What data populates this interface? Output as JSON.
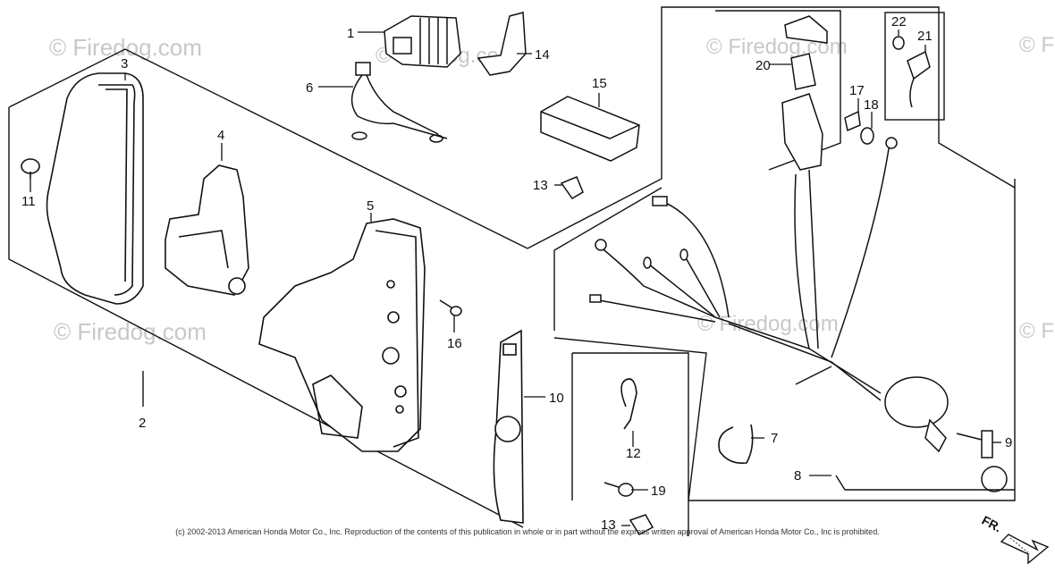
{
  "watermark": {
    "big": "© Firedog.com",
    "small": "© Firedog.com",
    "edge": "© F"
  },
  "parts": {
    "p1": "1",
    "p2": "2",
    "p3": "3",
    "p4": "4",
    "p5": "5",
    "p6": "6",
    "p7": "7",
    "p8": "8",
    "p9": "9",
    "p10": "10",
    "p11": "11",
    "p12": "12",
    "p13a": "13",
    "p13b": "13",
    "p14": "14",
    "p15": "15",
    "p16": "16",
    "p17": "17",
    "p18": "18",
    "p19": "19",
    "p20": "20",
    "p21": "21",
    "p22": "22"
  },
  "direction_label": "FR.",
  "copyright": "(c) 2002-2013 American Honda Motor Co., Inc. Reproduction of the contents of this publication in whole or in part without the express written approval of American Honda Motor Co., Inc is prohibited."
}
